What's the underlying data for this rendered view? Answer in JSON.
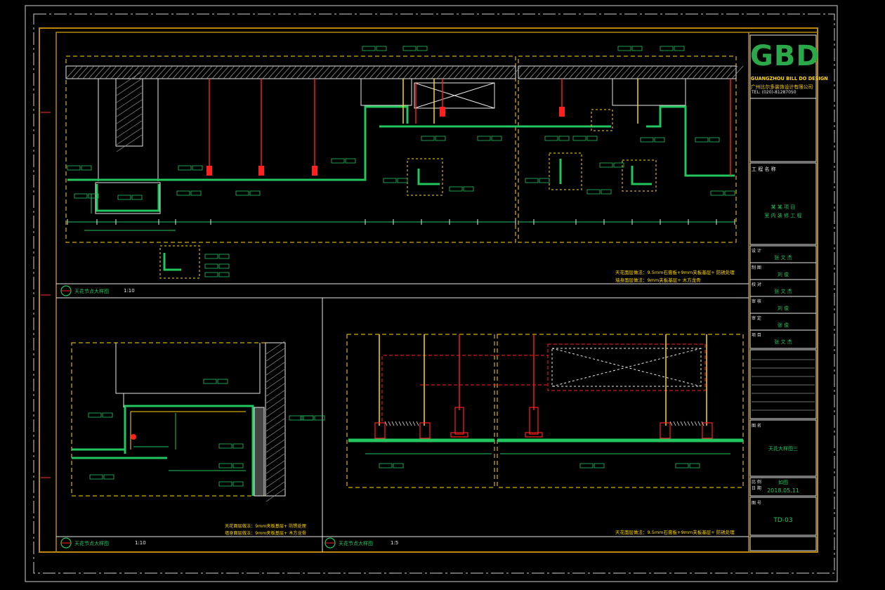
{
  "titleblock": {
    "logo": "GBD",
    "company_en": "GUANGZHOU BILL DO DESIGN",
    "company_cn": "广州比尔多装饰设计有限公司",
    "tel": "TEL: (020)-81287050",
    "project_label": "工 程 名 称",
    "project_name_1": "某 某 项 目",
    "project_name_2": "室 内 装 修 工 程",
    "role_1_label": "设 计",
    "role_1_value": "张 文 杰",
    "role_2_label": "制 图",
    "role_2_value": "刘 俊",
    "role_3_label": "校 对",
    "role_3_value": "张 文 杰",
    "role_4_label": "审 核",
    "role_4_value": "刘 俊",
    "role_5_label": "审 定",
    "role_5_value": "张 俊",
    "role_6_label": "项 目",
    "role_6_value": "张 文 杰",
    "drawing_name_label": "图 名",
    "drawing_name": "天花大样图三",
    "scale_label": "比 例",
    "scale_value": "如图",
    "date_label": "日 期",
    "date": "2018.05.11",
    "sheet_label": "图 号",
    "sheet_no": "TD-03"
  },
  "panels": {
    "top_title": "天花节点大样图",
    "top_scale": "1:10",
    "bl_title": "天花节点大样图",
    "bl_scale": "1:10",
    "br_title": "天花节点大样图",
    "br_scale": "1:5",
    "top_note_1": "天花面层做法：9.5mm石膏板+9mm夹板基层+ 防锈处理",
    "top_note_2": "墙身面层做法：9mm夹板基层+ 木方龙骨",
    "bl_note_1": "天花面层做法：9mm夹板基层+ 防锈处理",
    "bl_note_2": "墙身面层做法：9mm夹板基层+ 木方龙骨",
    "br_note_1": "天花面层做法：9.5mm石膏板+9mm夹板基层+ 防锈处理"
  },
  "colors": {
    "frame": "#b8860b",
    "green": "#22c55e",
    "red": "#ff2020",
    "yellow": "#ffd800",
    "white": "#e8e8e8"
  }
}
